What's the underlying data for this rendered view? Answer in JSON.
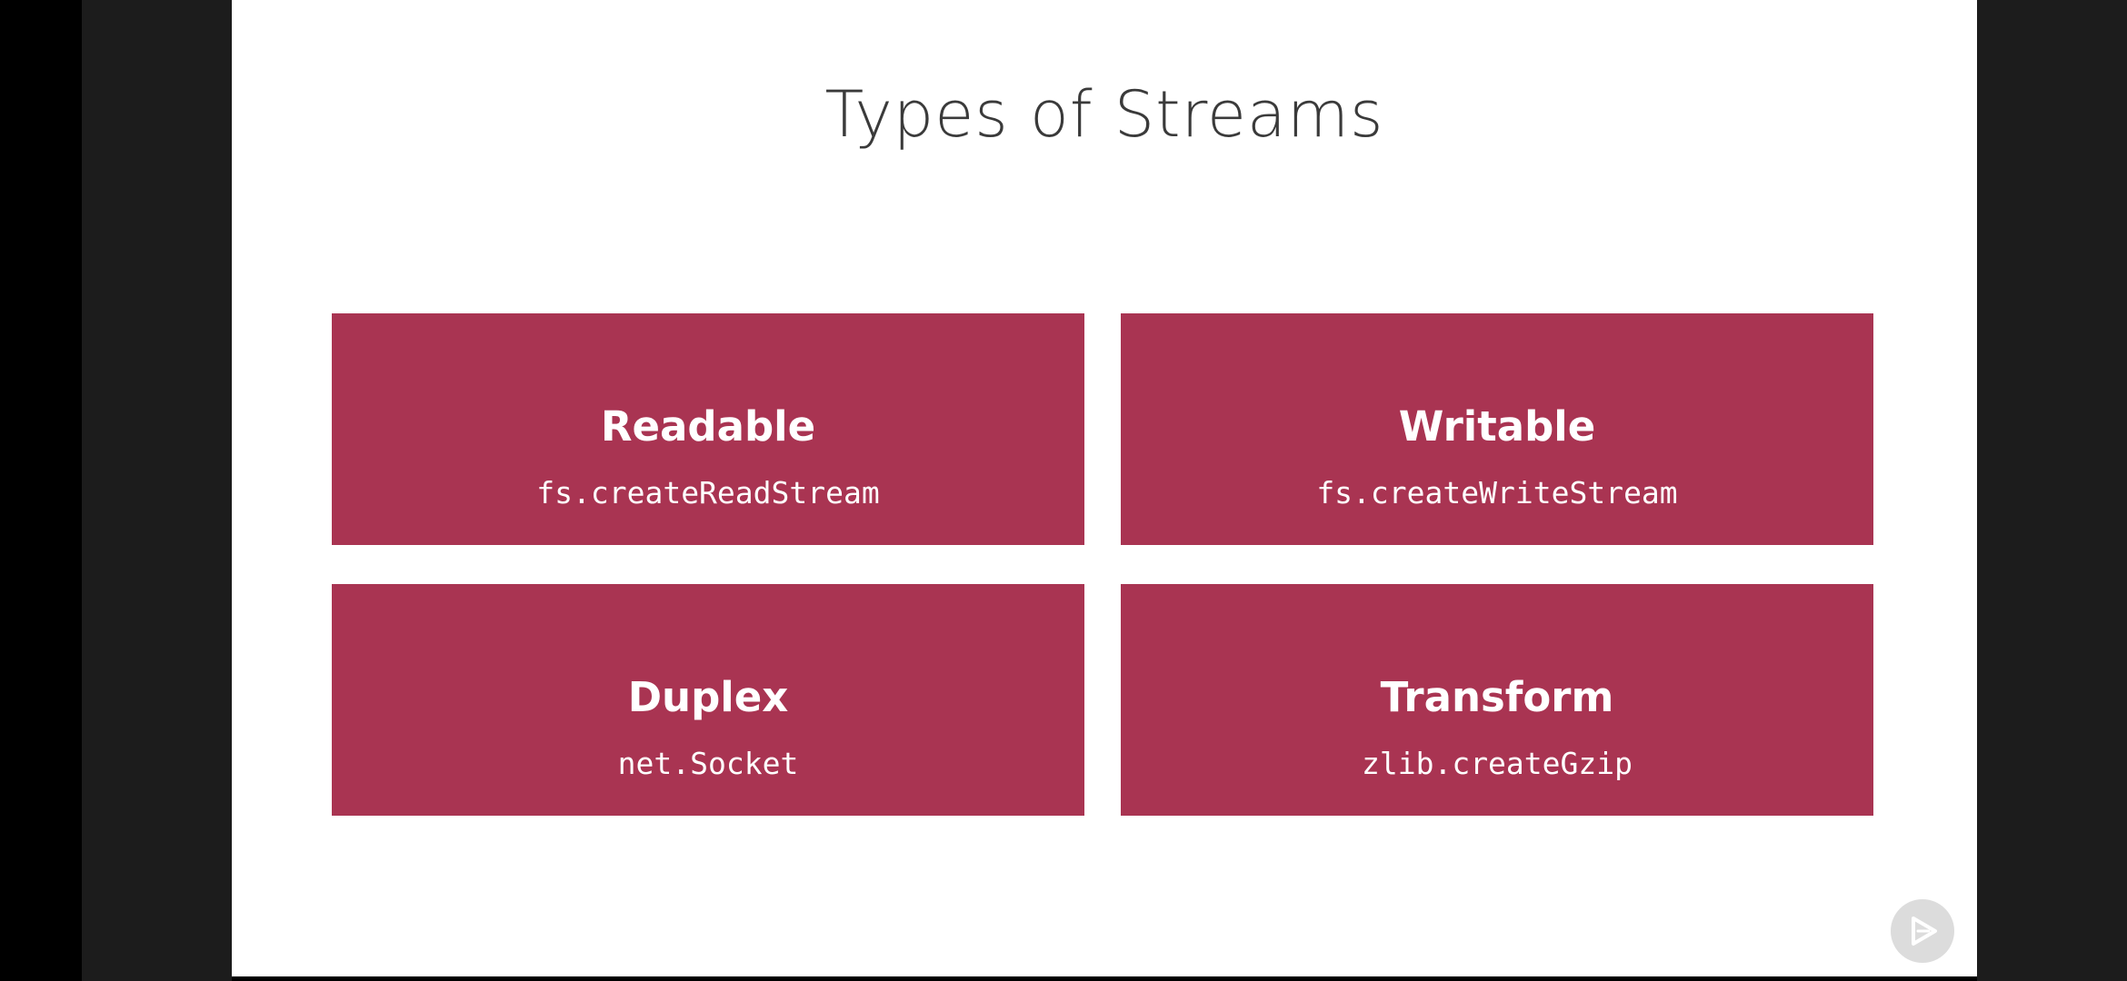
{
  "slide": {
    "title": "Types of Streams",
    "cards": [
      {
        "title": "Readable",
        "code": "fs.createReadStream"
      },
      {
        "title": "Writable",
        "code": "fs.createWriteStream"
      },
      {
        "title": "Duplex",
        "code": "net.Socket"
      },
      {
        "title": "Transform",
        "code": "zlib.createGzip"
      }
    ]
  },
  "colors": {
    "card": "#a93452",
    "slide_background": "#ffffff",
    "letterbox": "#1c1c1c"
  },
  "icons": {
    "play": "play-icon"
  }
}
